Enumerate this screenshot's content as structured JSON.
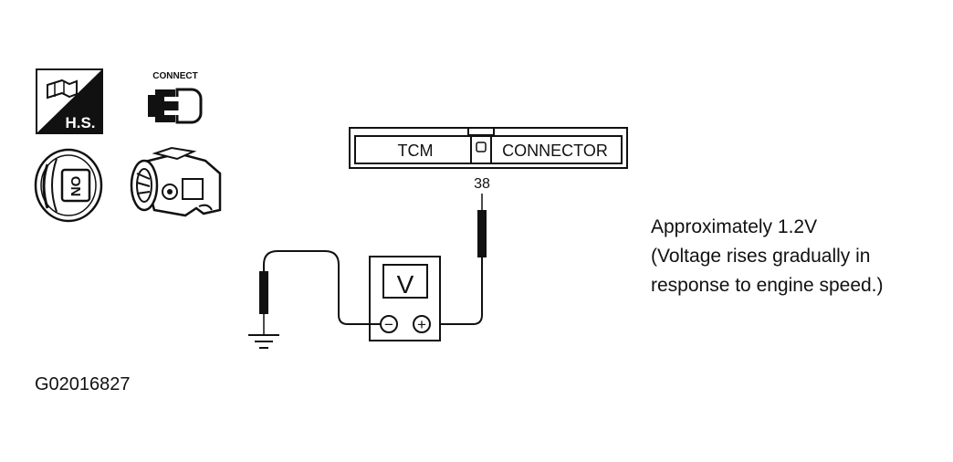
{
  "icons": {
    "hood_label": "H.S.",
    "connect_label": "CONNECT",
    "key_label": "ON"
  },
  "connector": {
    "left_label": "TCM",
    "right_label": "CONNECTOR",
    "terminal": "38"
  },
  "meter": {
    "display": "V",
    "neg_symbol": "−",
    "pos_symbol": "+"
  },
  "note": {
    "line1": "Approximately 1.2V",
    "line2": "(Voltage rises gradually in",
    "line3": "response to engine speed.)"
  },
  "figure_id": "G02016827"
}
